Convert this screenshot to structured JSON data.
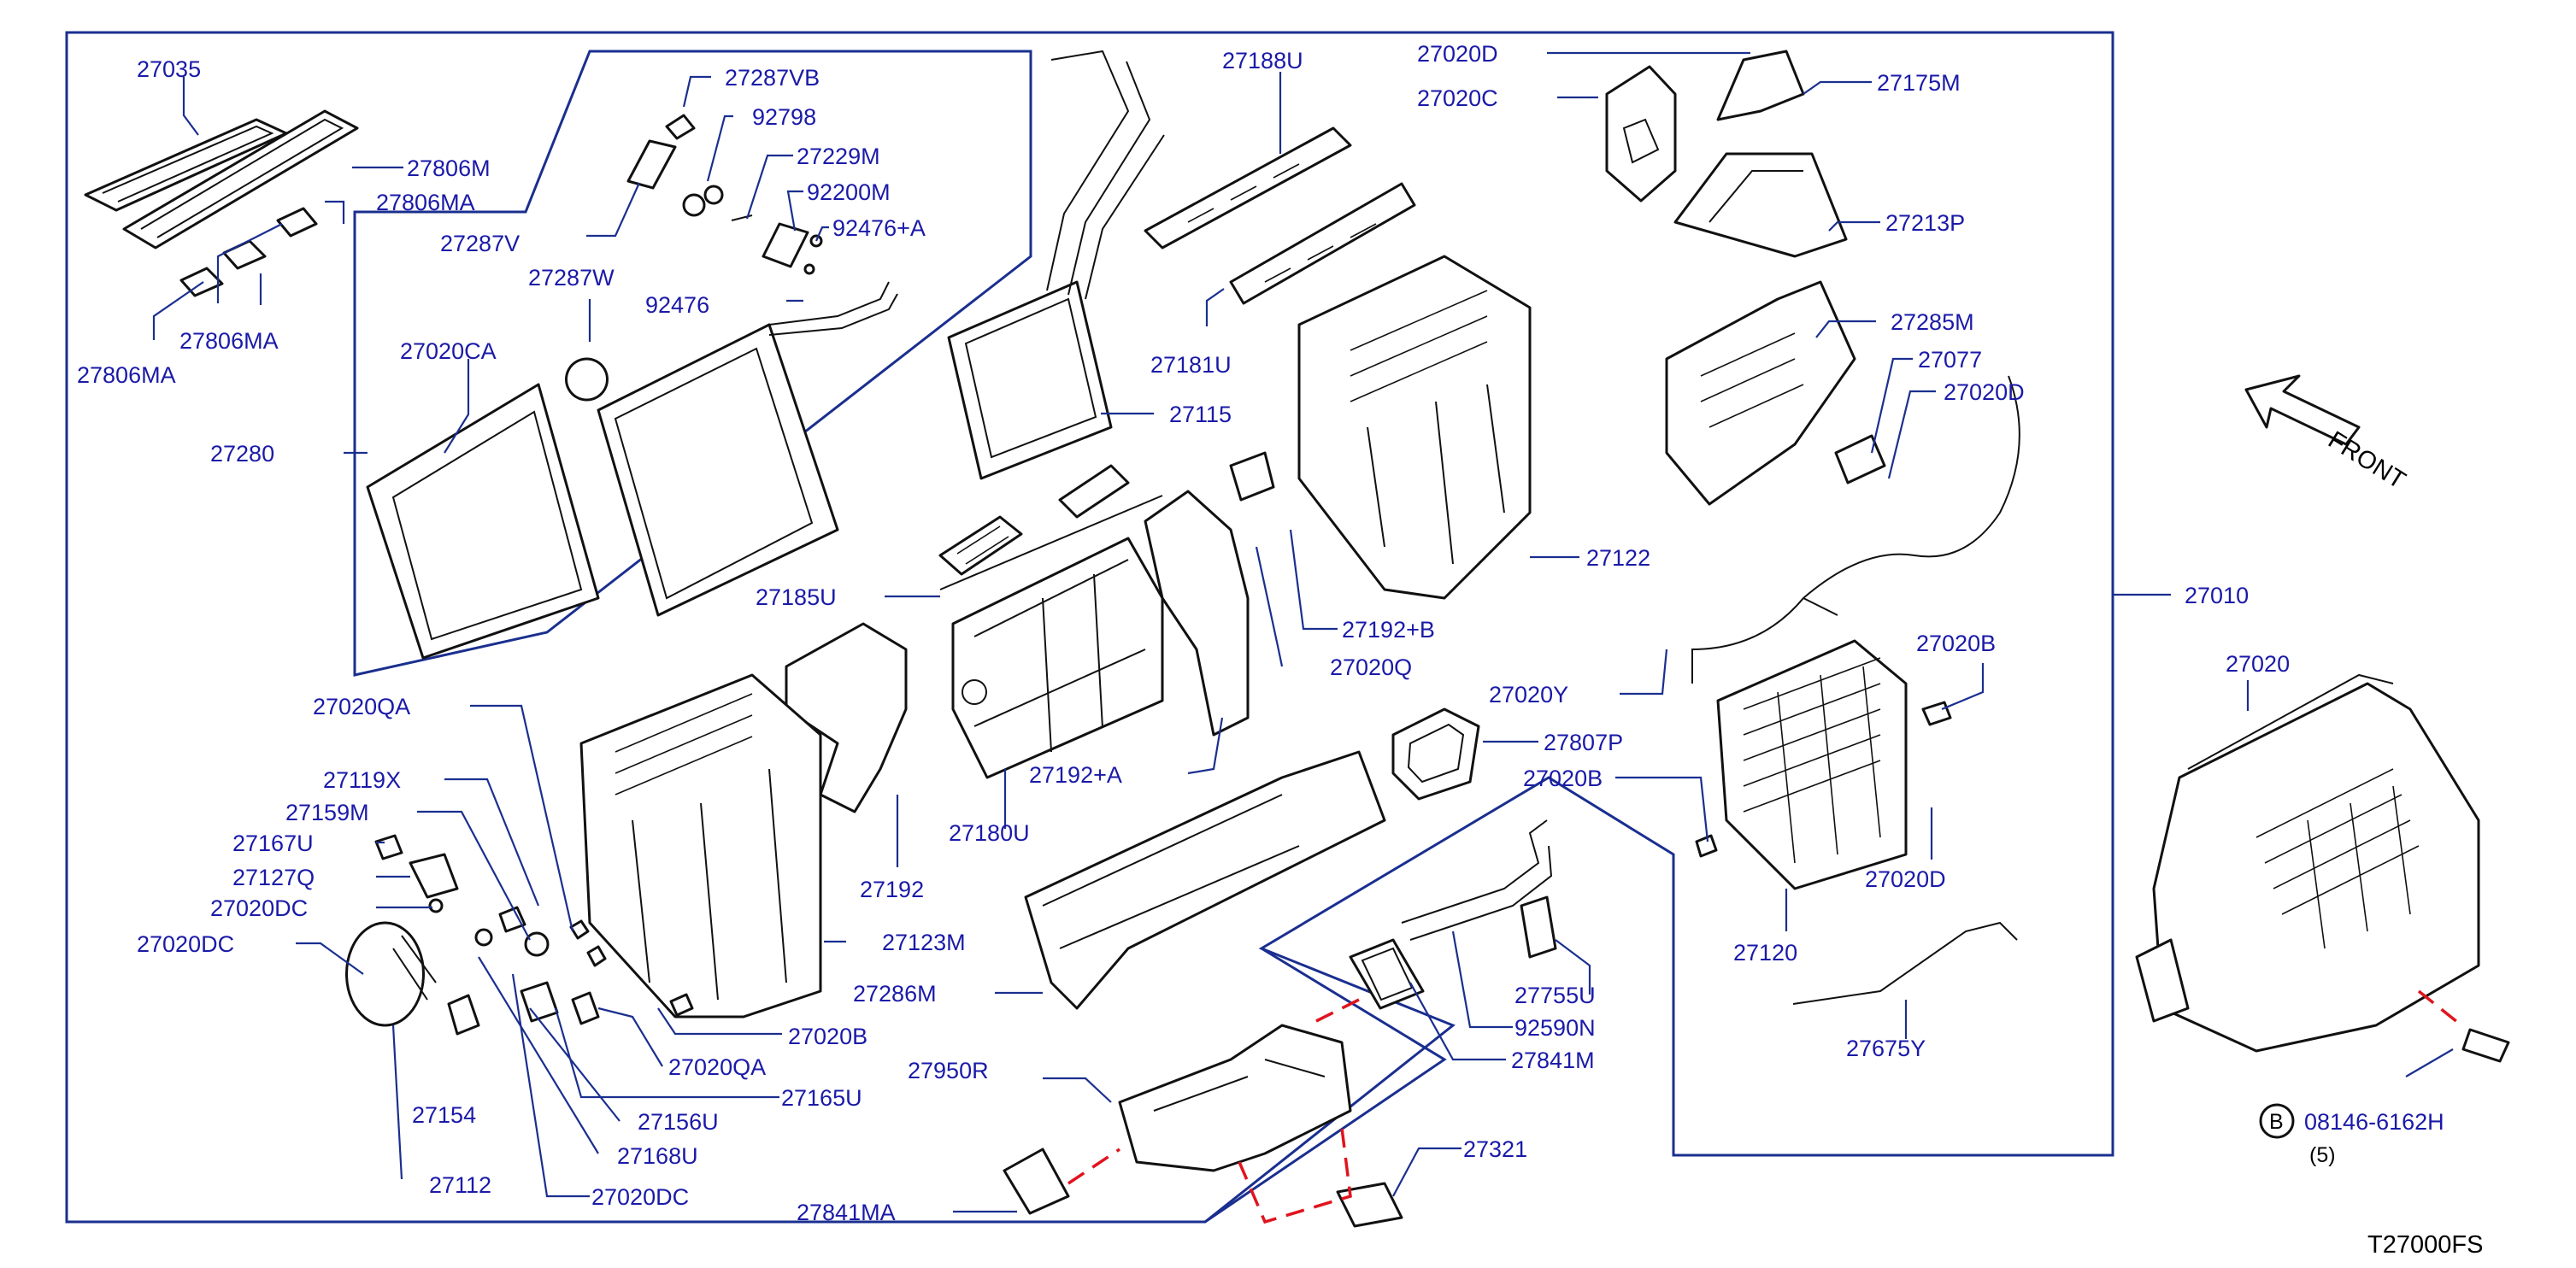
{
  "labels": {
    "p27035": "27035",
    "p27806M": "27806M",
    "p27806MA_a": "27806MA",
    "p27806MA_b": "27806MA",
    "p27806MA_c": "27806MA",
    "p27287VB": "27287VB",
    "p92798": "92798",
    "p27229M": "27229M",
    "p92200M": "92200M",
    "p92476A": "92476+A",
    "p27287V": "27287V",
    "p27287W": "27287W",
    "p92476": "92476",
    "p27020CA": "27020CA",
    "p27280": "27280",
    "p27188U": "27188U",
    "p27181U": "27181U",
    "p27115": "27115",
    "p27020D_top": "27020D",
    "p27020C": "27020C",
    "p27175M": "27175M",
    "p27213P": "27213P",
    "p27285M": "27285M",
    "p27077": "27077",
    "p27020D_mid": "27020D",
    "p27122": "27122",
    "p27010": "27010",
    "p27185U": "27185U",
    "p27192B": "27192+B",
    "p27020Q": "27020Q",
    "p27020Y": "27020Y",
    "p27020B_right": "27020B",
    "p27807P": "27807P",
    "p27020B_mid": "27020B",
    "p27020D_low": "27020D",
    "p27120": "27120",
    "p27192A": "27192+A",
    "p27180U": "27180U",
    "p27192": "27192",
    "p27020QA_top": "27020QA",
    "p27119X": "27119X",
    "p27159M": "27159M",
    "p27167U": "27167U",
    "p27127Q": "27127Q",
    "p27020DC_a": "27020DC",
    "p27020DC_b": "27020DC",
    "p27123M": "27123M",
    "p27286M": "27286M",
    "p27020B_low": "27020B",
    "p27020QA_low": "27020QA",
    "p27165U": "27165U",
    "p27156U": "27156U",
    "p27168U": "27168U",
    "p27020DC_c": "27020DC",
    "p27154": "27154",
    "p27112": "27112",
    "p27950R": "27950R",
    "p27841MA": "27841MA",
    "p27841M": "27841M",
    "p92590N": "92590N",
    "p27755U": "27755U",
    "p27675Y": "27675Y",
    "p27321": "27321",
    "p27020": "27020",
    "bolt_part": "08146-6162H",
    "bolt_qty": "(5)",
    "bolt_badge": "B"
  },
  "front_label": "FRONT",
  "diagram_ref": "T27000FS",
  "colors": {
    "label_text": "#1a1aa8",
    "leader_line": "#1a2f8f",
    "red_link": "#e0141e",
    "part_stroke": "#111111"
  }
}
